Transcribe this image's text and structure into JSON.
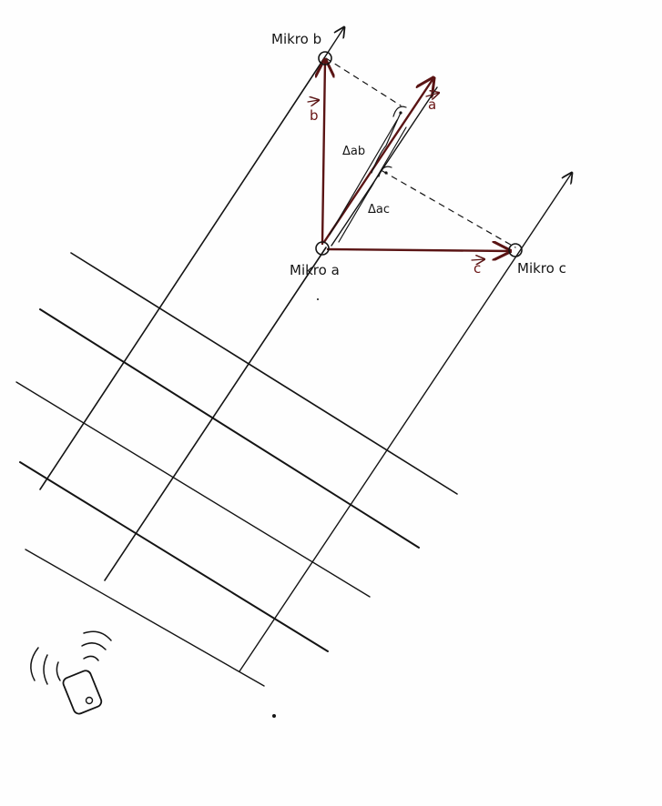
{
  "labels": {
    "mikro_b": "Mikro b",
    "mikro_a": "Mikro a",
    "mikro_c": "Mikro c",
    "vec_a": "a",
    "vec_b": "b",
    "vec_c": "c",
    "delta_ab": "Δab",
    "delta_ac": "Δac"
  },
  "colors": {
    "ink": "#141414",
    "vector": "#5a1414"
  },
  "icons": {
    "source": "phone-sound-icon"
  }
}
